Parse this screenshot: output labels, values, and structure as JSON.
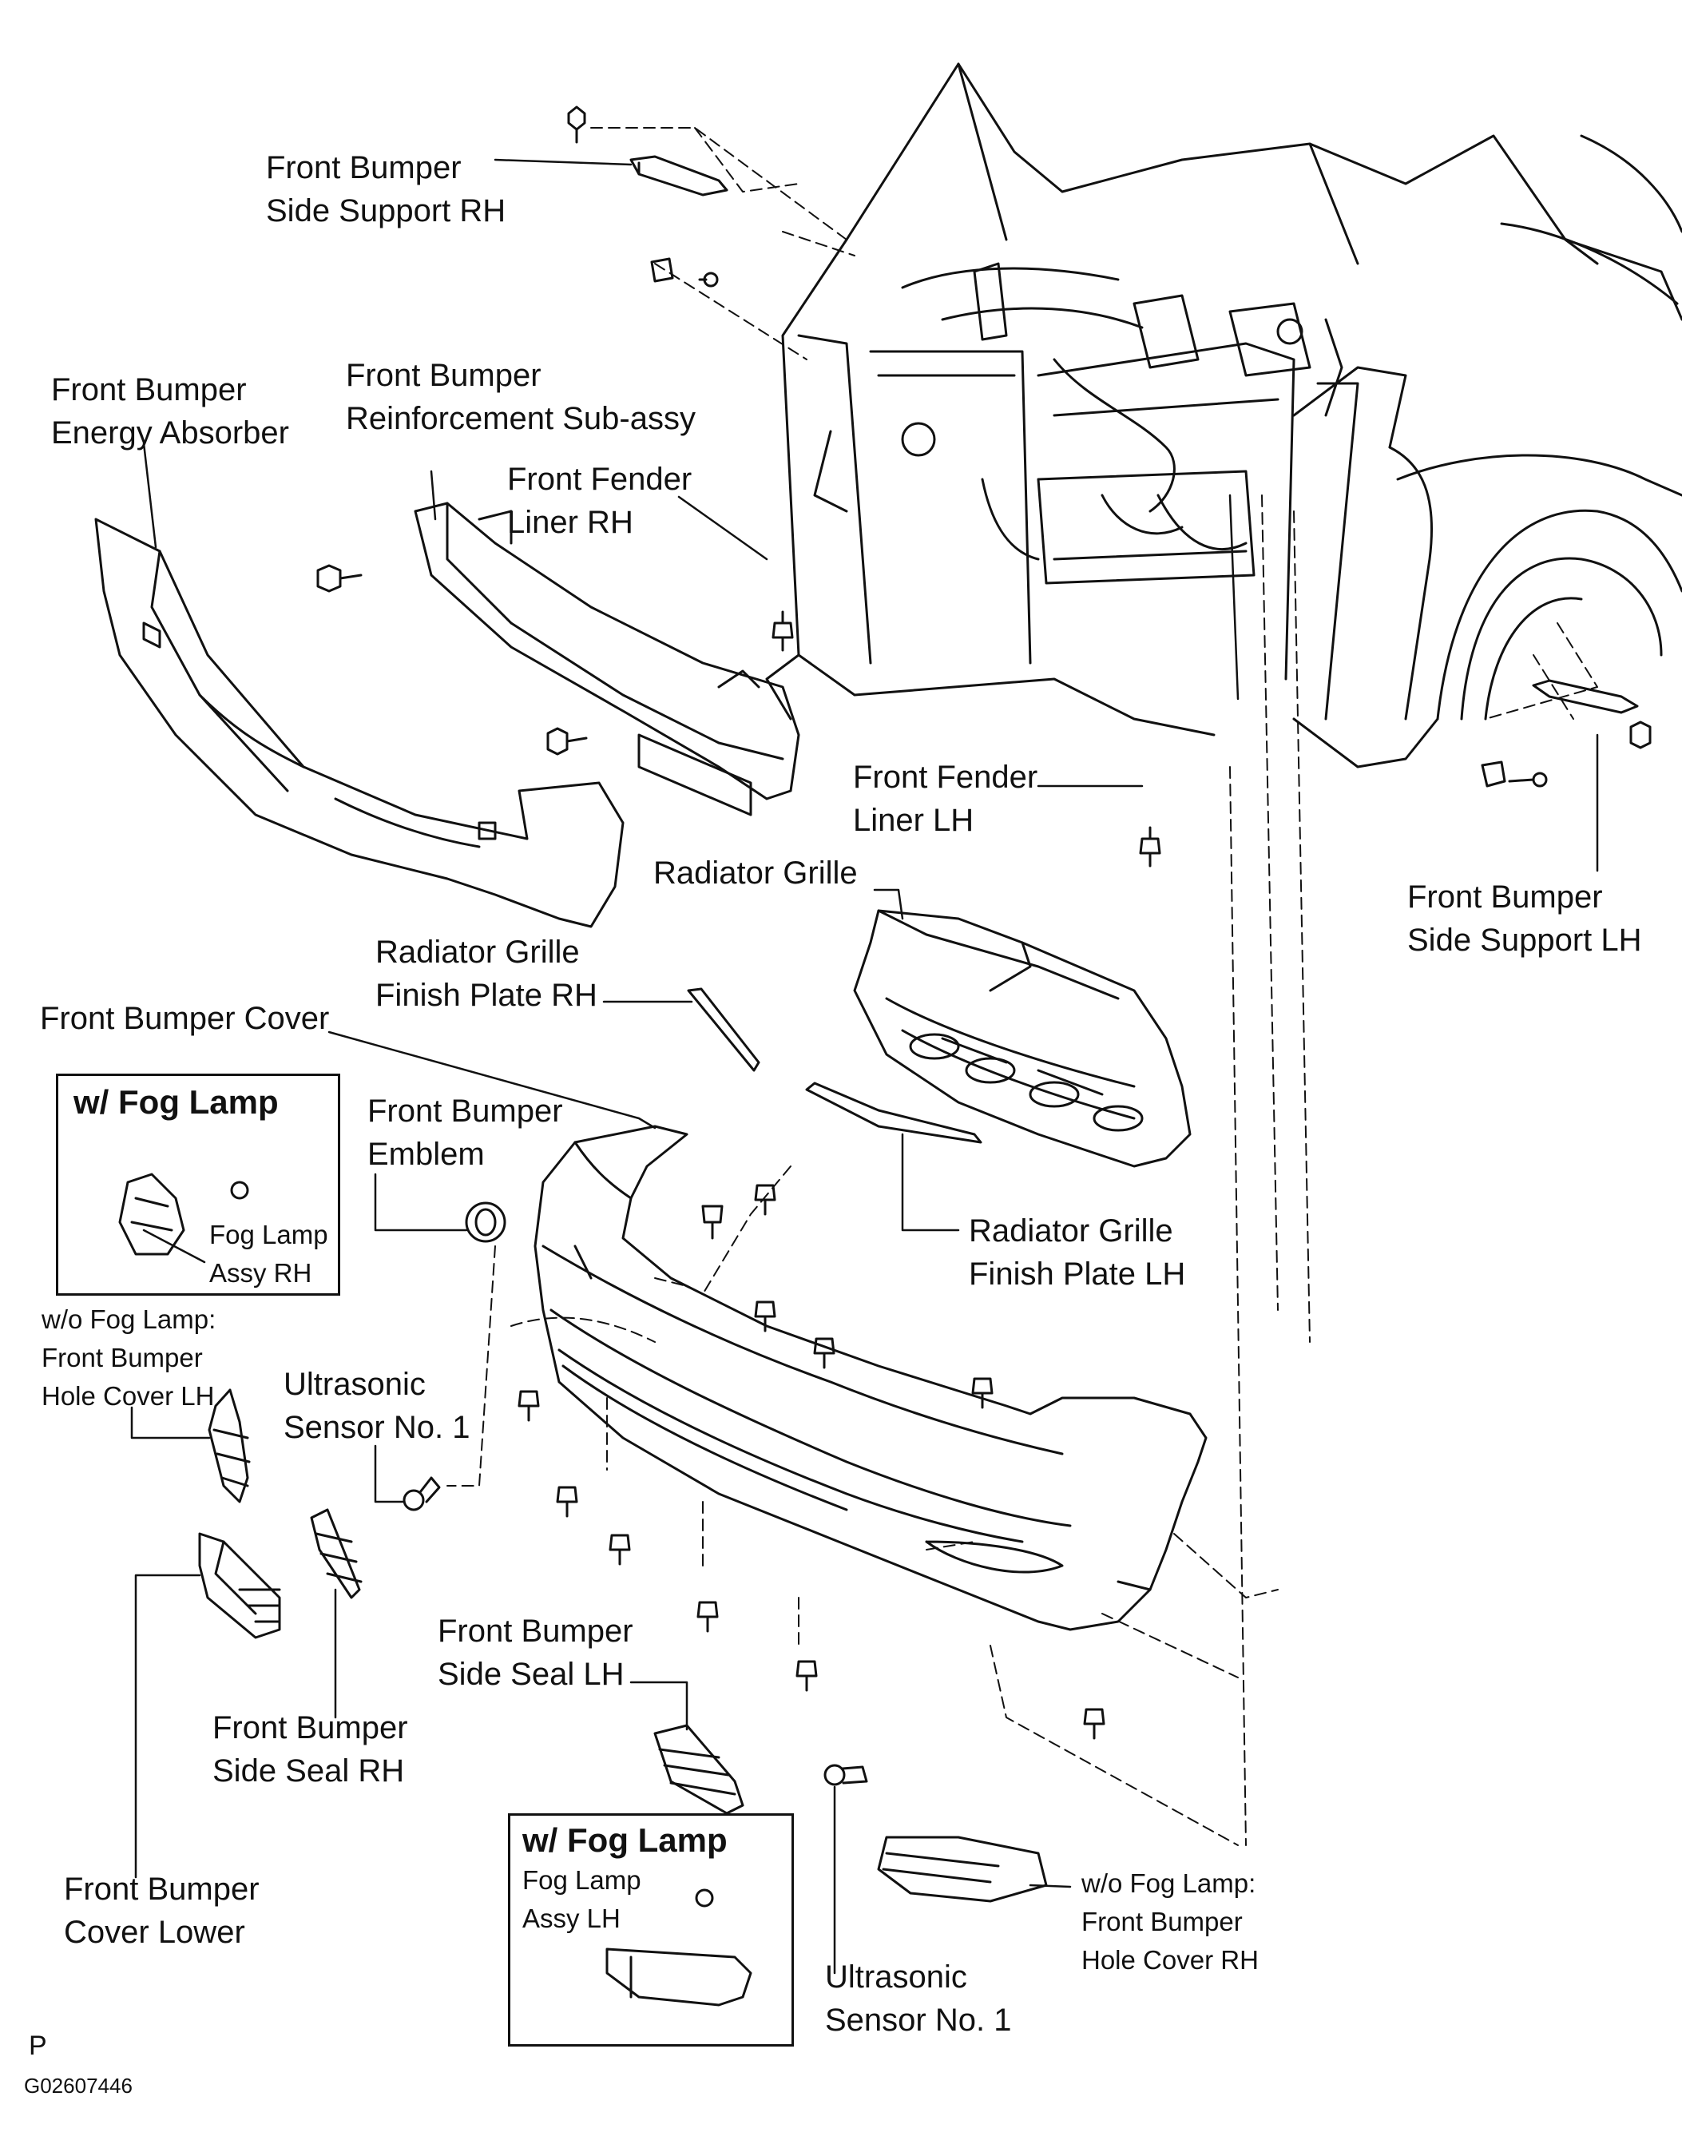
{
  "labels": {
    "side_support_rh": [
      "Front Bumper",
      "Side Support RH"
    ],
    "energy_absorber": [
      "Front Bumper",
      "Energy Absorber"
    ],
    "reinforcement": [
      "Front Bumper",
      "Reinforcement Sub-assy"
    ],
    "fender_liner_rh": [
      "Front Fender",
      "Liner RH"
    ],
    "fender_liner_lh": [
      "Front Fender",
      "Liner LH"
    ],
    "side_support_lh": [
      "Front Bumper",
      "Side Support LH"
    ],
    "radiator_grille": "Radiator Grille",
    "finish_plate_rh": [
      "Radiator Grille",
      "Finish Plate RH"
    ],
    "bumper_cover": "Front Bumper Cover",
    "emblem": [
      "Front Bumper",
      "Emblem"
    ],
    "finish_plate_lh": [
      "Radiator Grille",
      "Finish Plate LH"
    ],
    "ultrasonic_1": [
      "Ultrasonic",
      "Sensor No. 1"
    ],
    "hole_cover_lh": [
      "w/o Fog Lamp:",
      "Front Bumper",
      "Hole Cover LH"
    ],
    "side_seal_lh": [
      "Front Bumper",
      "Side Seal LH"
    ],
    "side_seal_rh": [
      "Front Bumper",
      "Side Seal RH"
    ],
    "cover_lower": [
      "Front Bumper",
      "Cover Lower"
    ],
    "ultrasonic_2": [
      "Ultrasonic",
      "Sensor No. 1"
    ],
    "hole_cover_rh": [
      "w/o Fog Lamp:",
      "Front Bumper",
      "Hole Cover RH"
    ]
  },
  "insets": {
    "fog_rh": {
      "title": "w/ Fog Lamp",
      "part": [
        "Fog Lamp",
        "Assy RH"
      ]
    },
    "fog_lh": {
      "title": "w/ Fog Lamp",
      "part": [
        "Fog Lamp",
        "Assy LH"
      ]
    }
  },
  "footer": {
    "mark": "P",
    "code": "G02607446"
  }
}
